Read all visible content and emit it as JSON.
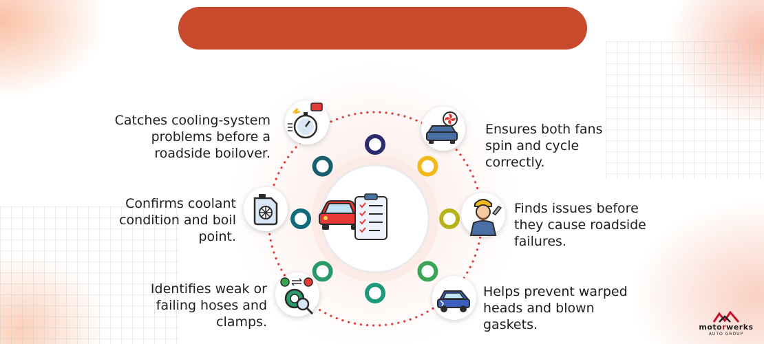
{
  "title": "",
  "features": [
    {
      "text": "Catches cooling-system problems before a roadside boilover.",
      "icon": "stopwatch-icon"
    },
    {
      "text": "Confirms coolant condition and boil point.",
      "icon": "coolant-jug-icon"
    },
    {
      "text": "Identifies weak or failing hoses and clamps.",
      "icon": "inspection-gear-icon"
    },
    {
      "text": "Ensures both fans spin and cycle correctly.",
      "icon": "car-fan-icon"
    },
    {
      "text": "Finds issues before they cause roadside failures.",
      "icon": "mechanic-icon"
    },
    {
      "text": "Helps prevent warped heads and blown gaskets.",
      "icon": "damaged-car-icon"
    }
  ],
  "center_icon": "car-checklist-icon",
  "logo": {
    "brand_a": "moto",
    "brand_r": "r",
    "brand_b": "werks",
    "sub": "AUTO GROUP"
  },
  "colors": {
    "accent": "#c8492b",
    "dots": "#e03a3a",
    "rings": [
      "#2b2b6e",
      "#f5b81c",
      "#b8b21a",
      "#3aa655",
      "#1e9a7a",
      "#2b9a6a",
      "#0f6b7a",
      "#1a5f6e"
    ]
  }
}
